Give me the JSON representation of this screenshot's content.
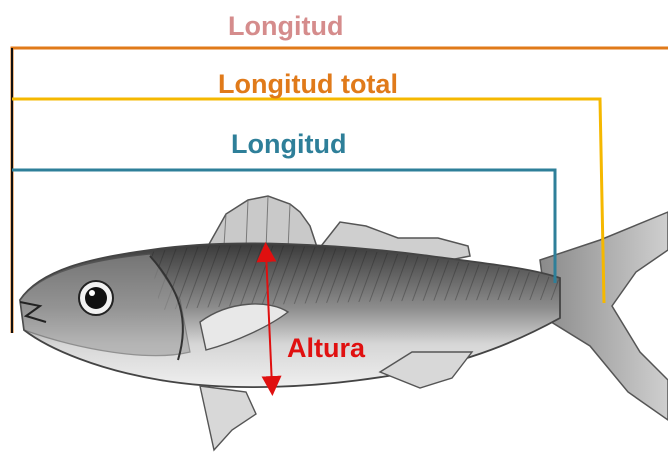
{
  "labels": {
    "longitud_top": "Longitud",
    "longitud_total": "Longitud total",
    "longitud_inner": "Longitud",
    "altura": "Altura"
  },
  "colors": {
    "longitud_top_text": "#d58c8c",
    "longitud_top_line": "#e07a1a",
    "longitud_total_text": "#e07a1a",
    "longitud_total_line": "#f5b800",
    "longitud_inner_text": "#2e7f99",
    "longitud_inner_line": "#2e7f99",
    "altura_text": "#e01010",
    "altura_arrow": "#e01010",
    "left_edge_line": "#111111"
  },
  "illustration": "fish-drawing"
}
